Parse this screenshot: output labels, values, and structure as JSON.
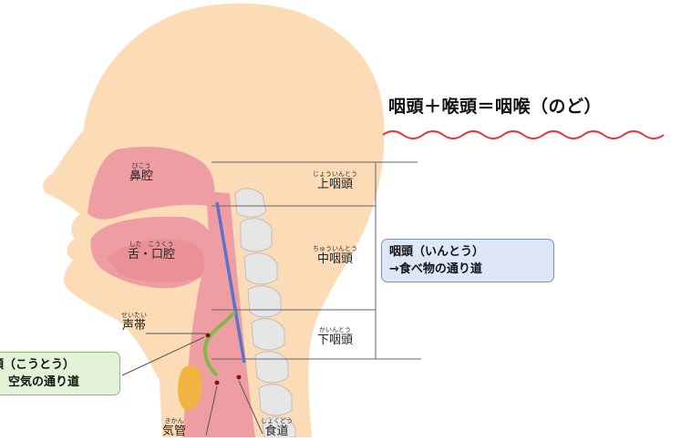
{
  "equation": "咽頭＋喉頭＝咽喉（のど）",
  "labels": {
    "nasal_cavity": {
      "ruby": "びこう",
      "text": "鼻腔"
    },
    "tongue_mouth": {
      "ruby": "した　こうくう",
      "text": "舌・口腔"
    },
    "vocal_cords": {
      "ruby": "せいたい",
      "text": "声帯"
    },
    "epipharynx": {
      "ruby": "じょういんとう",
      "text": "上咽頭"
    },
    "mesopharynx": {
      "ruby": "ちゅういんとう",
      "text": "中咽頭"
    },
    "hypopharynx": {
      "ruby": "かいんとう",
      "text": "下咽頭"
    },
    "trachea": {
      "ruby": "きかん",
      "text": "気管"
    },
    "esophagus": {
      "ruby": "しょくどう",
      "text": "食道"
    }
  },
  "pharynx_box": {
    "line1": "咽頭（いんとう）",
    "line2": "→食べ物の通り道"
  },
  "larynx_box": {
    "line1": "頭（こうとう）",
    "line2": "空気の通り道"
  },
  "colors": {
    "skin": "#fbdcb6",
    "mucosa": "#ee9ea2",
    "mucosa_dark": "#e0787e",
    "vertebra": "#e6e6e6",
    "pharynx_line": "#5a72c8",
    "larynx_line": "#7fb94a",
    "thyroid": "#f2b440",
    "wave": "#e8313a"
  }
}
